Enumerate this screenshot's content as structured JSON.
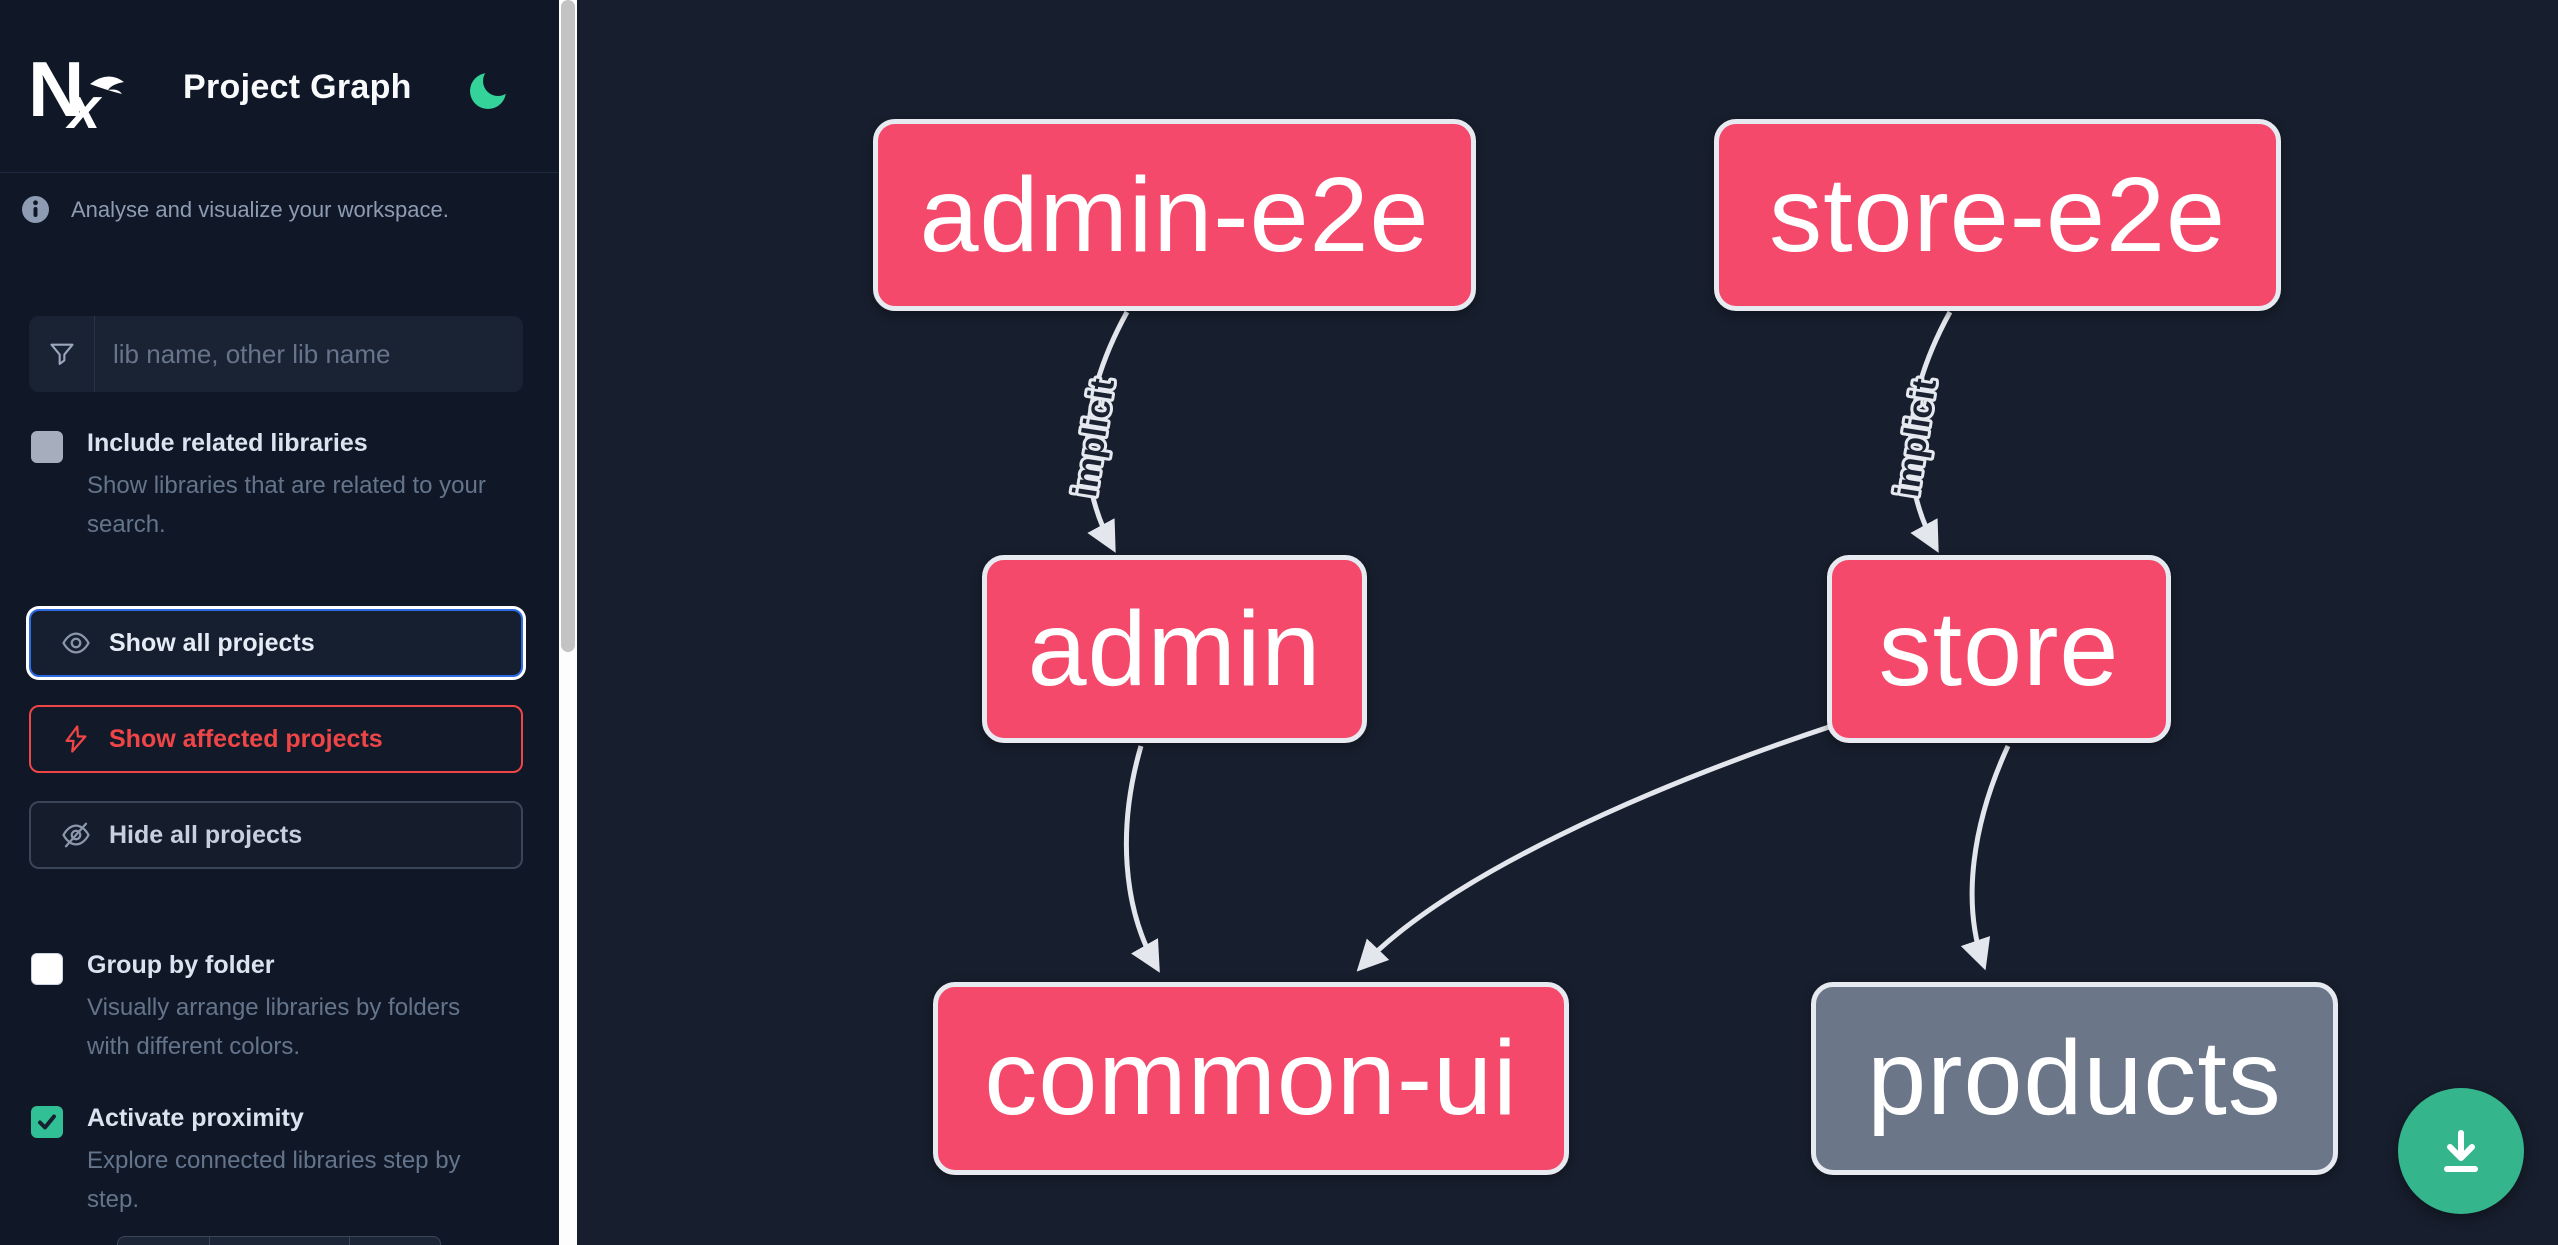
{
  "header": {
    "logo_text": "Nx",
    "title": "Project Graph"
  },
  "sidebar": {
    "tagline": "Analyse and visualize your workspace.",
    "search_placeholder": "lib name, other lib name",
    "include_related": {
      "label": "Include related libraries",
      "description": "Show libraries that are related to your search.",
      "checked": false
    },
    "actions": {
      "show_all_label": "Show all projects",
      "show_affected_label": "Show affected projects",
      "hide_all_label": "Hide all projects"
    },
    "group_by_folder": {
      "label": "Group by folder",
      "description": "Visually arrange libraries by folders with different colors.",
      "checked": false
    },
    "activate_proximity": {
      "label": "Activate proximity",
      "description": "Explore connected libraries step by step.",
      "checked": true
    }
  },
  "graph": {
    "nodes": [
      {
        "label": "admin-e2e",
        "type": "affected"
      },
      {
        "label": "store-e2e",
        "type": "affected"
      },
      {
        "label": "admin",
        "type": "affected"
      },
      {
        "label": "store",
        "type": "affected"
      },
      {
        "label": "common-ui",
        "type": "affected"
      },
      {
        "label": "products",
        "type": "default"
      }
    ],
    "edges": [
      {
        "from": "admin-e2e",
        "to": "admin",
        "label": "implicit"
      },
      {
        "from": "store-e2e",
        "to": "store",
        "label": "implicit"
      },
      {
        "from": "admin",
        "to": "common-ui",
        "label": ""
      },
      {
        "from": "store",
        "to": "common-ui",
        "label": ""
      },
      {
        "from": "store",
        "to": "products",
        "label": ""
      }
    ]
  },
  "colors": {
    "node_affected": "#f5496b",
    "node_default": "#6b7689",
    "focus_blue": "#2c6be4",
    "affected_red": "#ef4546",
    "accent_green": "#34d399",
    "fab_green": "#34b58c"
  }
}
